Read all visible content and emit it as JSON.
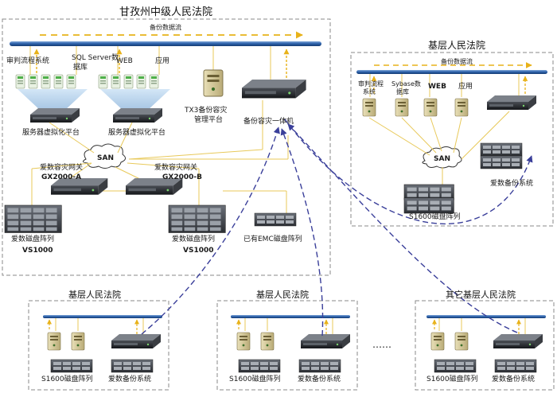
{
  "main_site": {
    "title": "甘孜州中级人民法院",
    "flow_label": "备份数据流",
    "apps": [
      "审判流程系统",
      "SQL Server数",
      "据库",
      "WEB",
      "应用"
    ],
    "virt_platform_1": "服务器虚拟化平台",
    "virt_platform_2": "服务器虚拟化平台",
    "tx3_line1": "TX3备份容灾",
    "tx3_line2": "管理平台",
    "backup_appliance": "备份容灾一体机",
    "san": "SAN",
    "gateway_a_line1": "爱数容灾网关",
    "gateway_a_line2": "GX2000-A",
    "gateway_b_line1": "爱数容灾网关",
    "gateway_b_line2": "GX2000-B",
    "array_a_line1": "爱数磁盘阵列",
    "array_a_line2": "VS1000",
    "array_b_line1": "爱数磁盘阵列",
    "array_b_line2": "VS1000",
    "emc_array": "已有EMC磁盘阵列"
  },
  "right_site": {
    "title": "基层人民法院",
    "flow_label": "备份数据流",
    "app_1a": "审判流程",
    "app_1b": "系统",
    "app_2a": "Sybase数",
    "app_2b": "据库",
    "app_3": "WEB",
    "app_4": "应用",
    "san": "SAN",
    "array": "S1600磁盘阵列",
    "backup": "爱数备份系统"
  },
  "bottom_sites": [
    {
      "title": "基层人民法院",
      "array": "S1600磁盘阵列",
      "backup": "爱数备份系统"
    },
    {
      "title": "基层人民法院",
      "array": "S1600磁盘阵列",
      "backup": "爱数备份系统"
    },
    {
      "title": "其它基层人民法院",
      "array": "S1600磁盘阵列",
      "backup": "爱数备份系统"
    }
  ],
  "ellipsis": "……",
  "colors": {
    "bus": "#2a5fa8",
    "flow": "#e8b21a",
    "link": "#e8c95a",
    "replication": "#3a3f9a",
    "border": "#8a8a8a"
  }
}
